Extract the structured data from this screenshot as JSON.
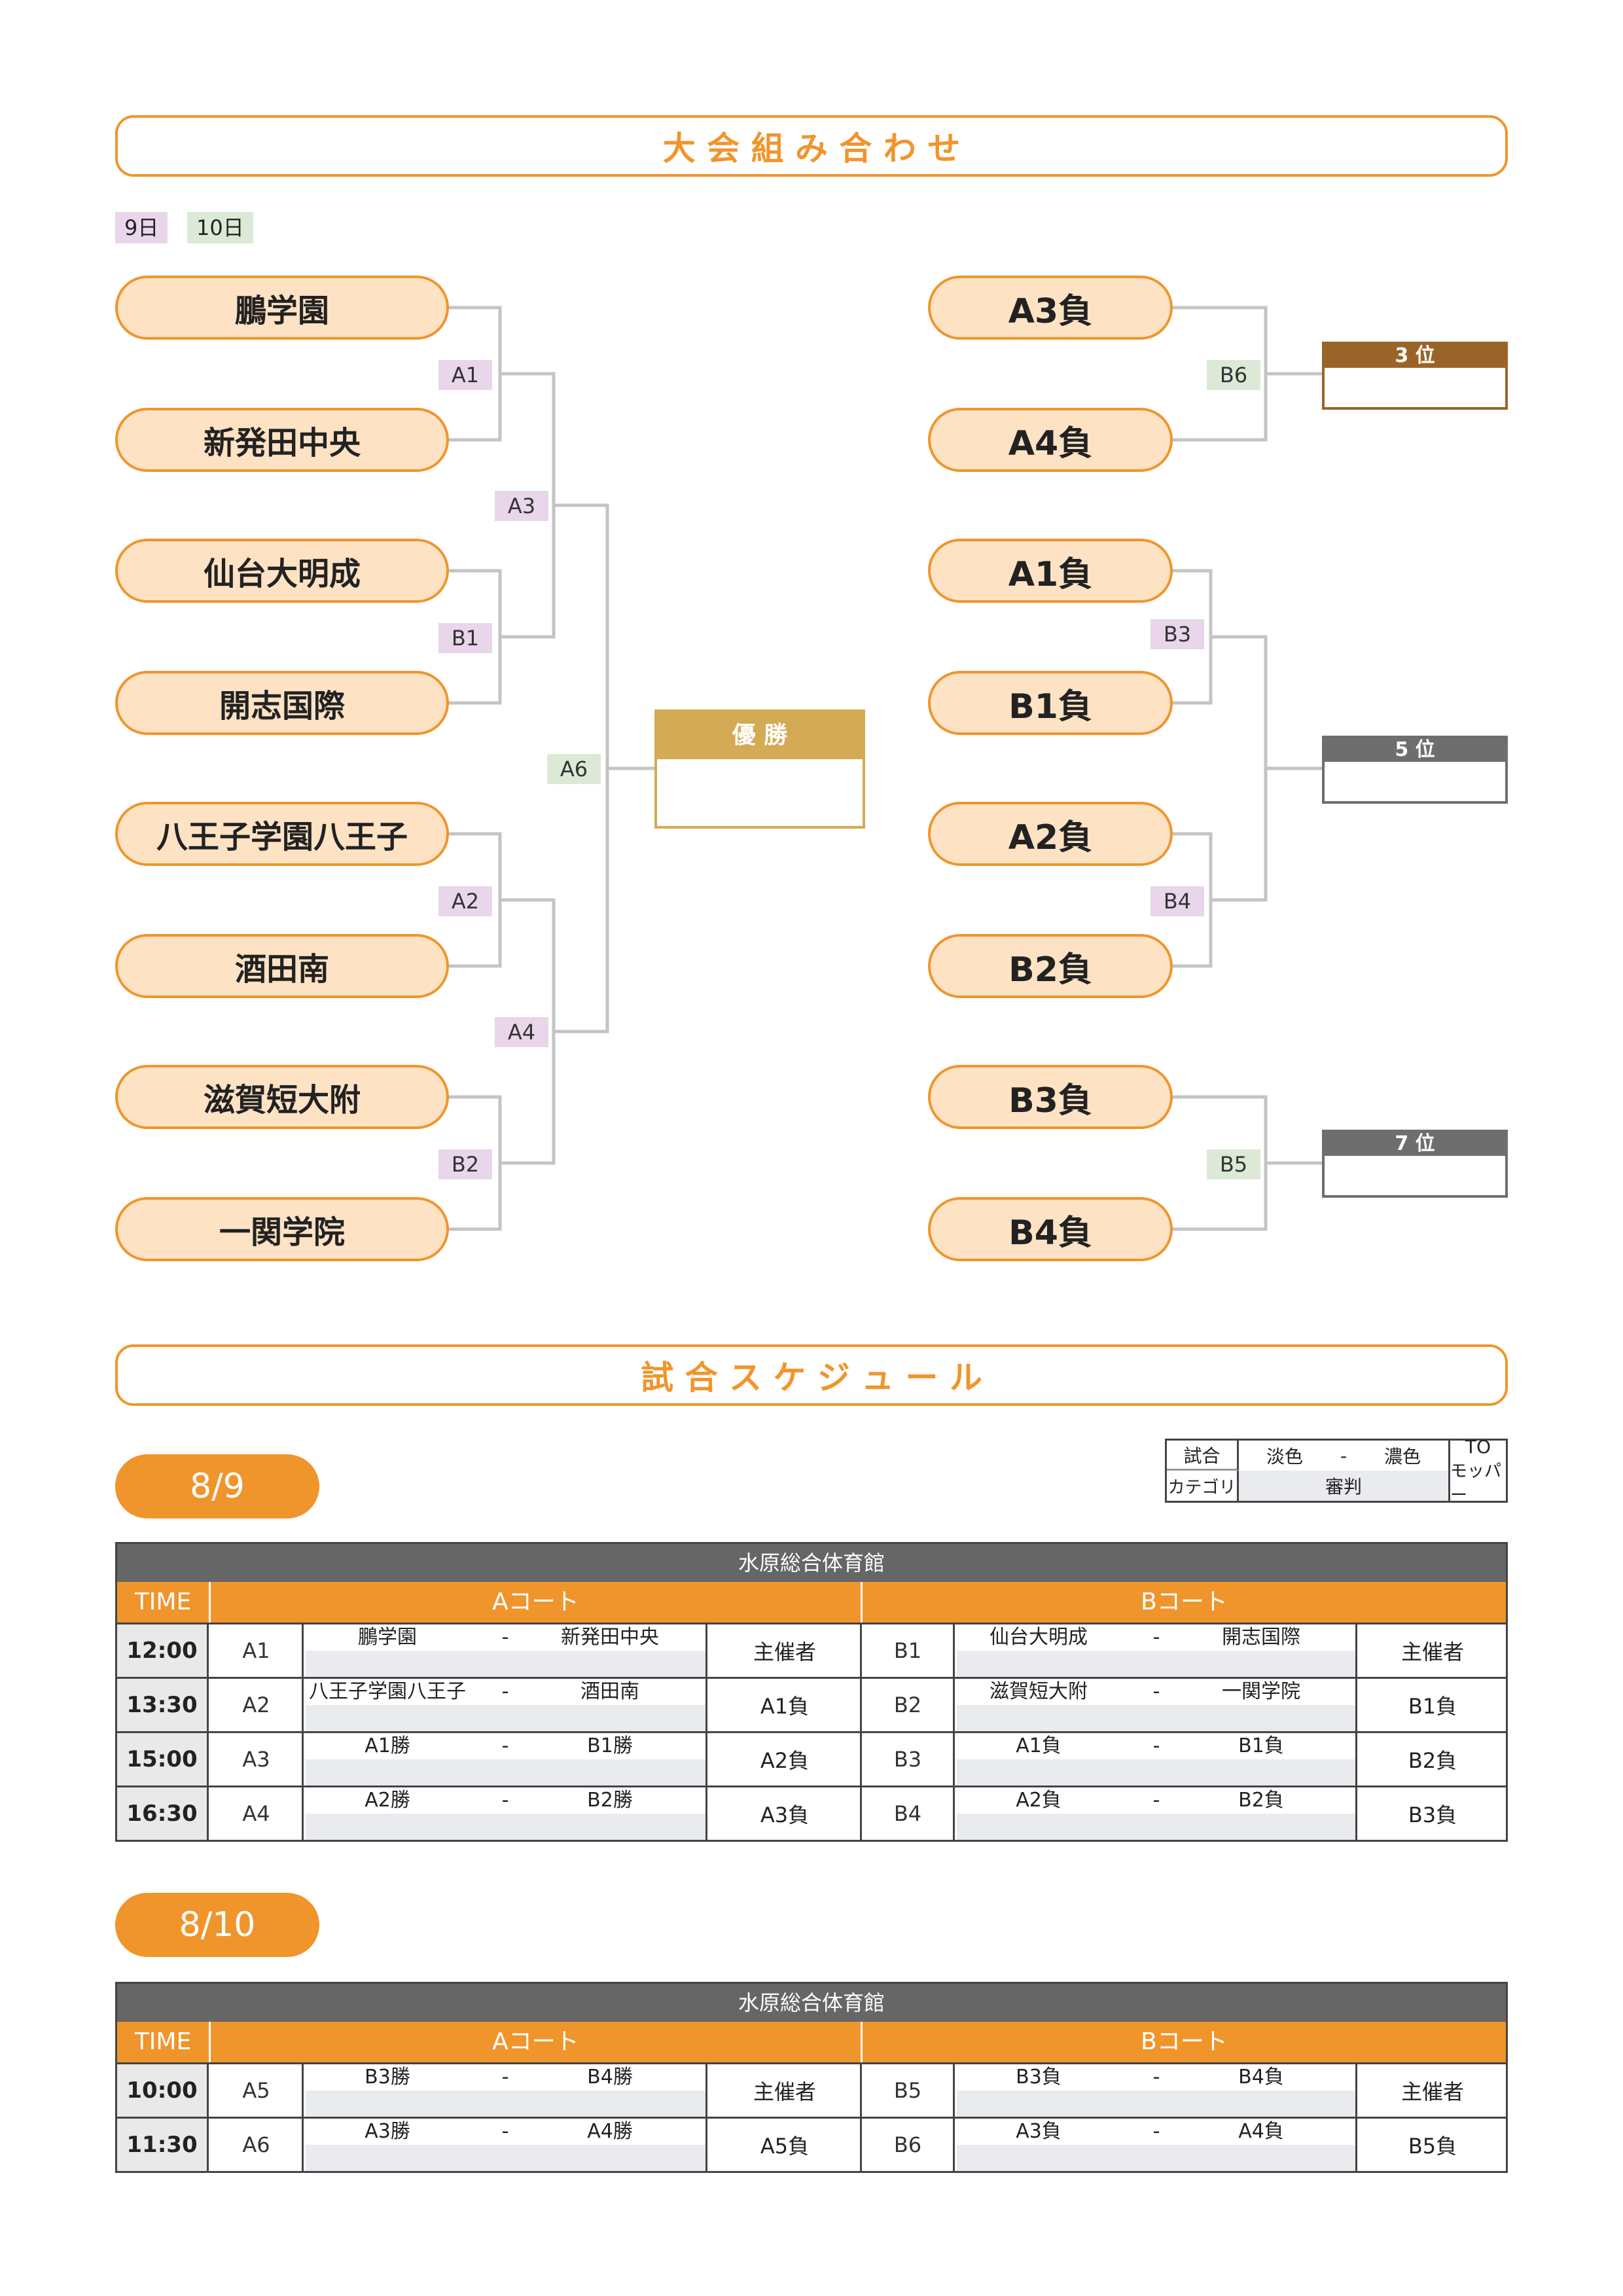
{
  "banner1": "大 会 組 み 合 わ せ",
  "banner2": "試 合 ス ケ ジ ュ ー ル",
  "legend": {
    "day9": "9日",
    "day10": "10日"
  },
  "bracket": {
    "left_teams": [
      "鵬学園",
      "新発田中央",
      "仙台大明成",
      "開志国際",
      "八王子学園八王子",
      "酒田南",
      "滋賀短大附",
      "一関学院"
    ],
    "right_teams": [
      "A3負",
      "A4負",
      "A1負",
      "B1負",
      "A2負",
      "B2負",
      "B3負",
      "B4負"
    ],
    "tags": {
      "A1": "A1",
      "B1": "B1",
      "A2": "A2",
      "B2": "B2",
      "A3": "A3",
      "A4": "A4",
      "A6": "A6",
      "B6": "B6",
      "B3": "B3",
      "B4": "B4",
      "B5": "B5"
    },
    "winner_label": "優 勝",
    "ranks": {
      "third": "3 位",
      "fifth": "5 位",
      "seventh": "7 位"
    },
    "colors": {
      "orange": "#f0952c",
      "pill_fill": "#fde2c4",
      "day9": "#e9d6ea",
      "day10": "#dce9d6",
      "gold": "#d4aa54",
      "bronze": "#9a6428",
      "gray": "#6e6e6e"
    }
  },
  "key": {
    "match": "試合",
    "category": "カテゴリ",
    "light": "淡色",
    "dash": "-",
    "dark": "濃色",
    "referee": "審判",
    "to": "TO",
    "mop": "モッパー"
  },
  "day1": {
    "date": "8/9",
    "venue": "水原総合体育館",
    "time_label": "TIME",
    "court_a": "Aコート",
    "court_b": "Bコート",
    "rows": [
      {
        "time": "12:00",
        "a_code": "A1",
        "a_home": "鵬学園",
        "a_dash": "-",
        "a_away": "新発田中央",
        "a_ref": "主催者",
        "b_code": "B1",
        "b_home": "仙台大明成",
        "b_dash": "-",
        "b_away": "開志国際",
        "b_ref": "主催者"
      },
      {
        "time": "13:30",
        "a_code": "A2",
        "a_home": "八王子学園八王子",
        "a_dash": "-",
        "a_away": "酒田南",
        "a_ref": "A1負",
        "b_code": "B2",
        "b_home": "滋賀短大附",
        "b_dash": "-",
        "b_away": "一関学院",
        "b_ref": "B1負"
      },
      {
        "time": "15:00",
        "a_code": "A3",
        "a_home": "A1勝",
        "a_dash": "-",
        "a_away": "B1勝",
        "a_ref": "A2負",
        "b_code": "B3",
        "b_home": "A1負",
        "b_dash": "-",
        "b_away": "B1負",
        "b_ref": "B2負"
      },
      {
        "time": "16:30",
        "a_code": "A4",
        "a_home": "A2勝",
        "a_dash": "-",
        "a_away": "B2勝",
        "a_ref": "A3負",
        "b_code": "B4",
        "b_home": "A2負",
        "b_dash": "-",
        "b_away": "B2負",
        "b_ref": "B3負"
      }
    ]
  },
  "day2": {
    "date": "8/10",
    "venue": "水原総合体育館",
    "time_label": "TIME",
    "court_a": "Aコート",
    "court_b": "Bコート",
    "rows": [
      {
        "time": "10:00",
        "a_code": "A5",
        "a_home": "B3勝",
        "a_dash": "-",
        "a_away": "B4勝",
        "a_ref": "主催者",
        "b_code": "B5",
        "b_home": "B3負",
        "b_dash": "-",
        "b_away": "B4負",
        "b_ref": "主催者"
      },
      {
        "time": "11:30",
        "a_code": "A6",
        "a_home": "A3勝",
        "a_dash": "-",
        "a_away": "A4勝",
        "a_ref": "A5負",
        "b_code": "B6",
        "b_home": "A3負",
        "b_dash": "-",
        "b_away": "A4負",
        "b_ref": "B5負"
      }
    ]
  }
}
